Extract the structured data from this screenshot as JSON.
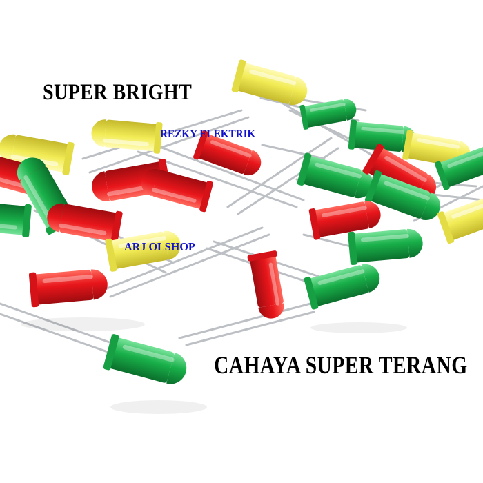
{
  "texts": {
    "super_bright": "SUPER BRIGHT",
    "shop_name": "REZKY ELEKTRIK",
    "shop_handle": "ARJ OLSHOP",
    "tagline": "CAHAYA SUPER TERANG"
  },
  "colors": {
    "background": "#ffffff",
    "watermark": "#1212cc",
    "led_red": "#e8161b",
    "led_green": "#19b04a",
    "led_yellow": "#f2ec56",
    "leg_metal": "#b9bcc0"
  },
  "subject": "pile of 5mm diffused LEDs in red, green and yellow"
}
